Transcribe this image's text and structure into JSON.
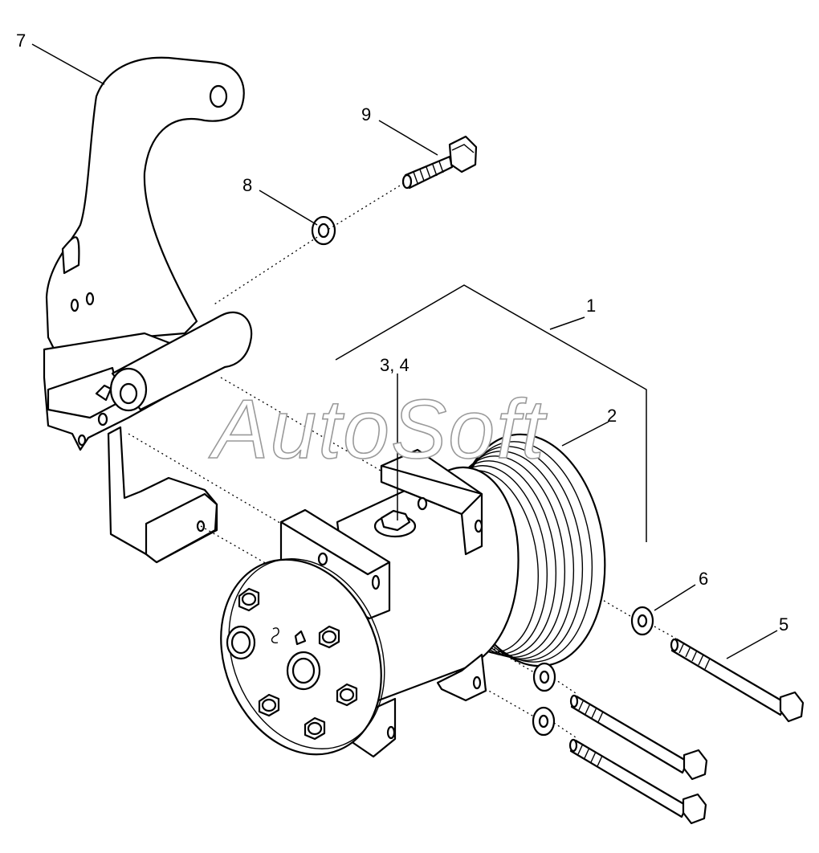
{
  "callouts": {
    "c1": "1",
    "c2": "2",
    "c34": "3, 4",
    "c5": "5",
    "c6": "6",
    "c7": "7",
    "c8": "8",
    "c9": "9"
  },
  "watermark": "AutoSoft",
  "colors": {
    "line": "#000000",
    "background": "#ffffff",
    "watermark_outline": "#9a9a9a"
  }
}
